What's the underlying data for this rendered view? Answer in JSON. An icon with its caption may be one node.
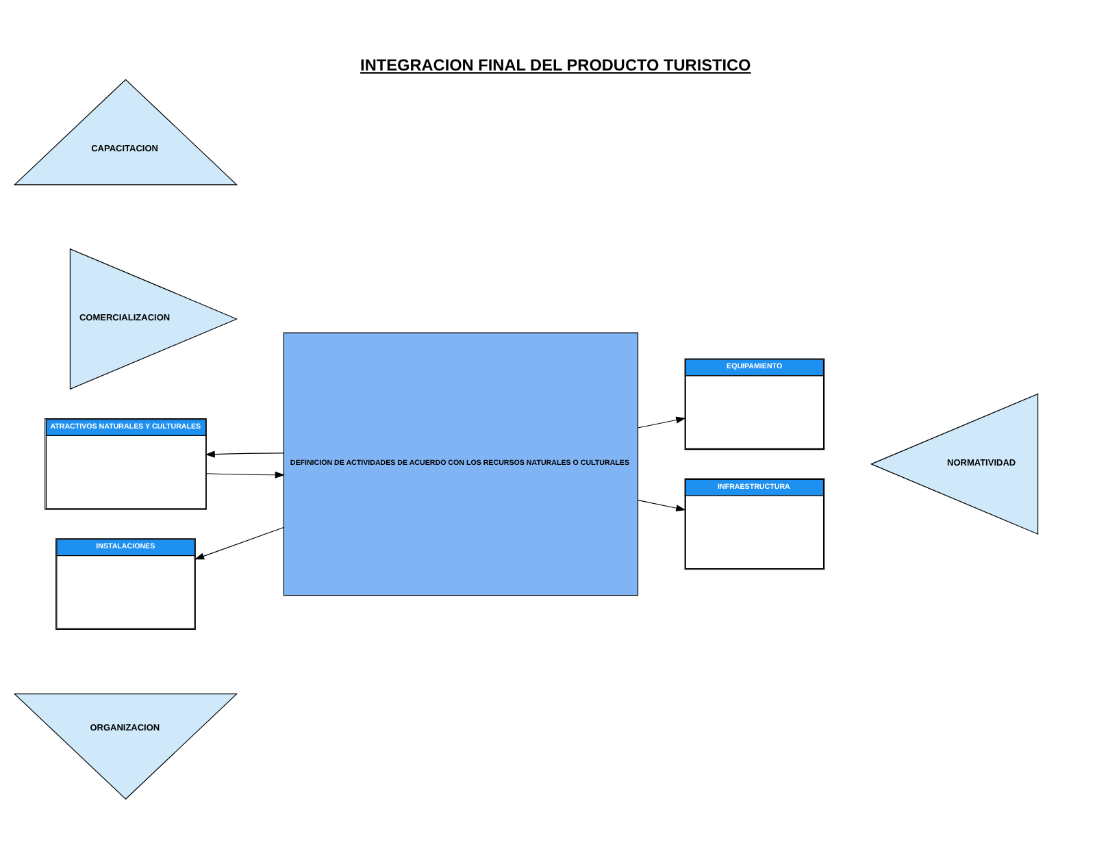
{
  "diagram": {
    "title": "INTEGRACION FINAL DEL PRODUCTO TURISTICO",
    "nodes": [
      {
        "text": [
          "ORGANIZACION"
        ]
      },
      {
        "text": [
          "COMERCIALIZACION"
        ]
      },
      {
        "text": [
          "DEFINICION DE ACTIVIDADES DE ACUERDO CON LOS RECURSOS NATURALES O CULTURALES"
        ]
      },
      {
        "text": [
          "ATRACTIVOS NATURALES Y CULTURALES"
        ]
      },
      {
        "text": [
          "EQUIPAMIENTO"
        ]
      },
      {
        "text": [
          "INSTALACIONES"
        ]
      },
      {
        "text": [
          "INFRAESTRUCTURA"
        ]
      },
      {
        "text": [
          "NORMATIVIDAD"
        ]
      },
      {
        "text": [
          "CAPACITACION"
        ]
      }
    ],
    "edges": [
      {
        "from": 2,
        "to": 4,
        "arrow": "to"
      },
      {
        "from": 2,
        "to": 3,
        "arrow": "to"
      },
      {
        "from": 3,
        "to": 2,
        "arrow": "to"
      },
      {
        "from": 2,
        "to": 5,
        "arrow": "to"
      },
      {
        "from": 2,
        "to": 6,
        "arrow": "to"
      }
    ]
  }
}
